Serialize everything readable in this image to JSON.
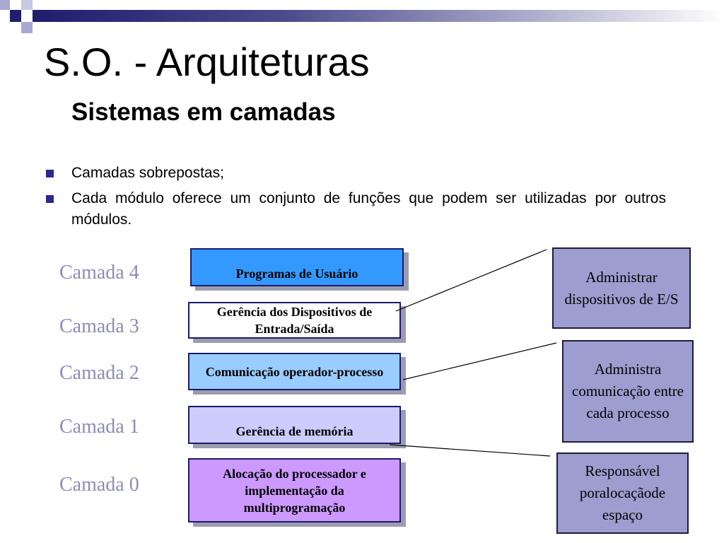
{
  "slide": {
    "title": "S.O. - Arquiteturas",
    "subtitle": "Sistemas em camadas",
    "bullets": [
      "Camadas sobrepostas;",
      "Cada módulo oferece um conjunto de funções que podem ser utilizadas por outros módulos."
    ]
  },
  "layers": [
    {
      "label": "Camada 4",
      "name": "Programas de Usuário",
      "color": "#3399ff"
    },
    {
      "label": "Camada 3",
      "name": "Gerência dos Dispositivos de Entrada/Saída",
      "color": "#ffffff"
    },
    {
      "label": "Camada 2",
      "name": "Comunicação operador-processo",
      "color": "#99ccff"
    },
    {
      "label": "Camada 1",
      "name": "Gerência de memória",
      "color": "#ccccff"
    },
    {
      "label": "Camada 0",
      "name": "Alocação do processador e implementação da multiprogramação",
      "color": "#cc99ff"
    }
  ],
  "notes": [
    {
      "text": "Administrar dispositivos de E/S"
    },
    {
      "text": "Administra comunicação entre cada processo"
    },
    {
      "text": "Responsável poralocaçãode espaço"
    }
  ],
  "colors": {
    "accent": "#1f1f6e",
    "note_fill": "#9d9dd0",
    "layer_label": "#8c8cb8"
  }
}
